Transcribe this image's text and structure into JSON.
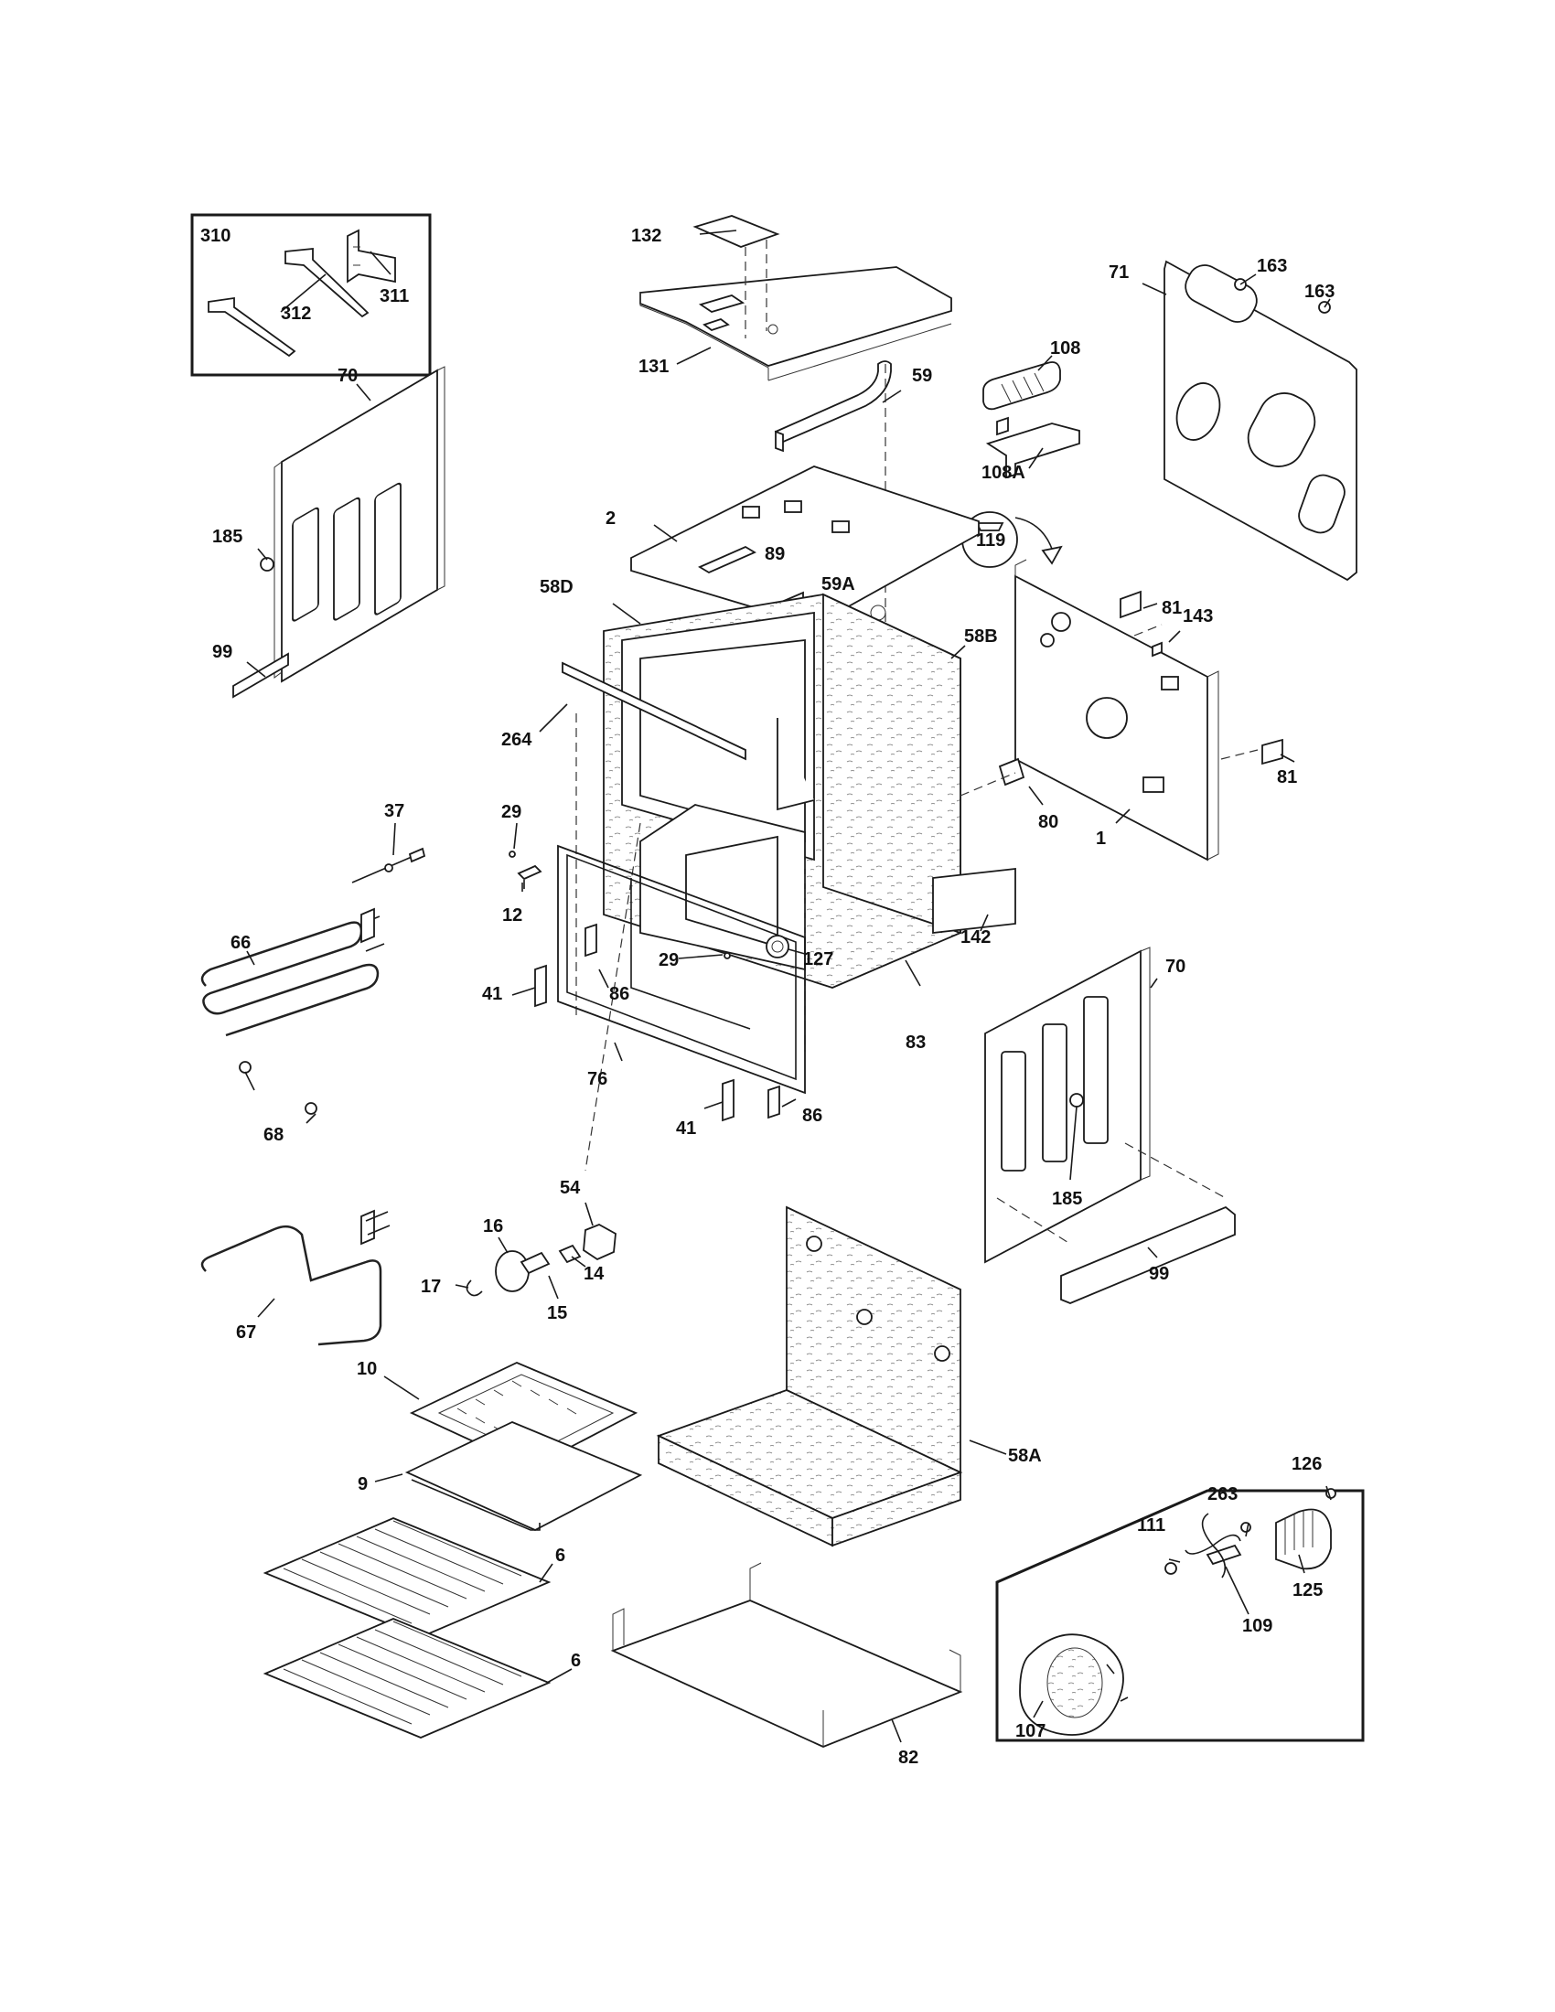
{
  "diagram": {
    "inset_kit": {
      "labels": [
        "310",
        "312",
        "311"
      ]
    },
    "inset_fan": {
      "labels": [
        "126",
        "263",
        "111",
        "125",
        "109",
        "107"
      ]
    },
    "callouts": [
      "132",
      "131",
      "59",
      "108",
      "108A",
      "163",
      "163",
      "71",
      "119",
      "70",
      "185",
      "99",
      "2",
      "89",
      "58D",
      "59A",
      "58B",
      "81",
      "143",
      "81",
      "264",
      "80",
      "1",
      "37",
      "29",
      "12",
      "66",
      "29",
      "127",
      "142",
      "41",
      "86",
      "76",
      "83",
      "70",
      "68",
      "41",
      "86",
      "185",
      "54",
      "16",
      "14",
      "17",
      "15",
      "67",
      "99",
      "10",
      "58A",
      "9",
      "6",
      "6",
      "82"
    ]
  }
}
